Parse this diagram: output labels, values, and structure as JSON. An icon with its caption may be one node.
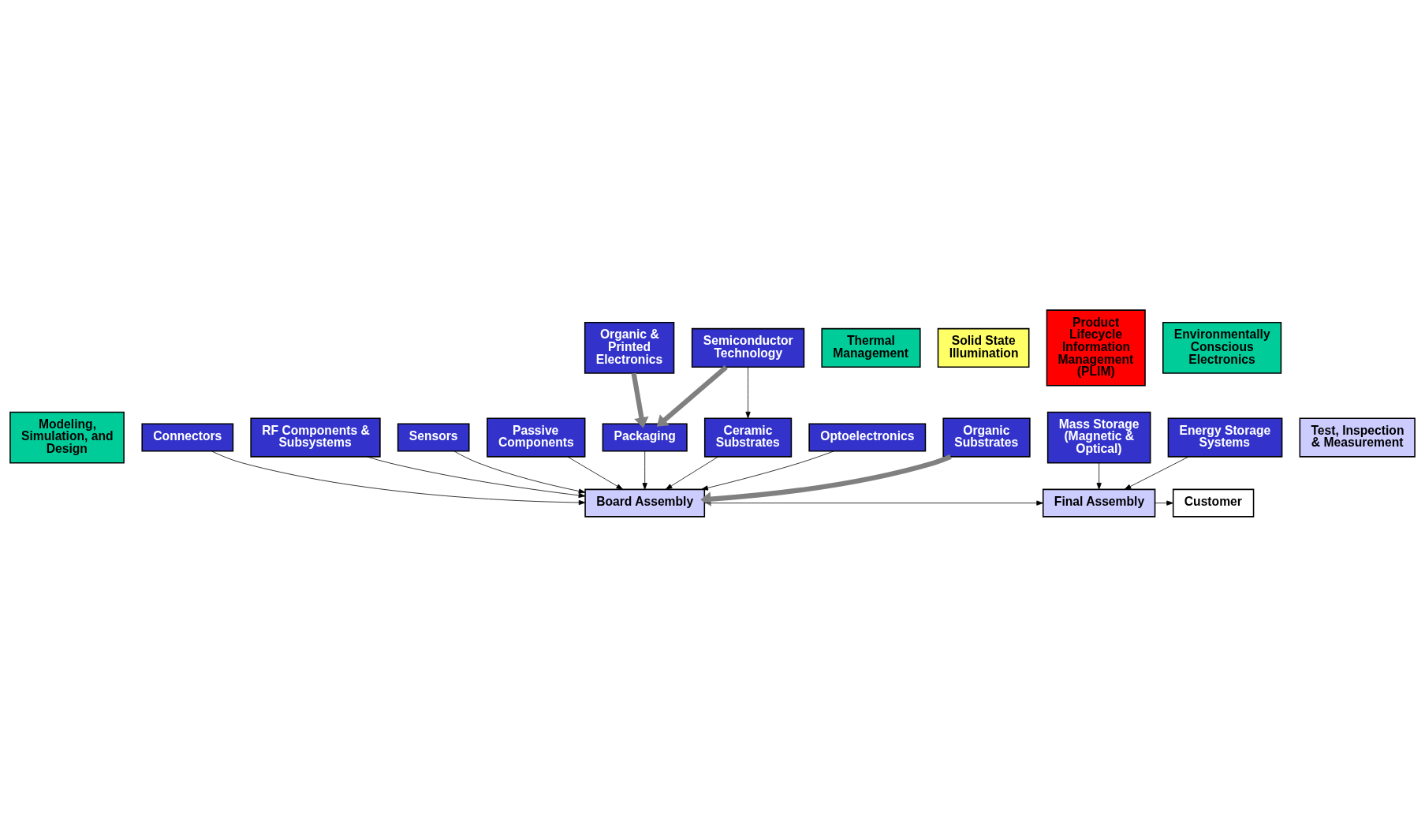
{
  "diagram": {
    "nodes": [
      {
        "text": [
          "Modeling, Simulation, and Design"
        ]
      },
      {
        "text": [
          "Connectors"
        ]
      },
      {
        "text": [
          "RF Components & Subsystems"
        ]
      },
      {
        "text": [
          "Test, Inspection & Measurement"
        ]
      },
      {
        "text": [
          "Sensors"
        ]
      },
      {
        "text": [
          "Passive Components"
        ]
      },
      {
        "text": [
          "Thermal Management"
        ]
      },
      {
        "text": [
          "Solid State Illumination"
        ]
      },
      {
        "text": [
          "Organic & Printed Electronics"
        ]
      },
      {
        "text": [
          "Packaging"
        ]
      },
      {
        "text": [
          "Optoelectronics"
        ]
      },
      {
        "text": [
          "Semiconductor Technology"
        ]
      },
      {
        "text": [
          "Ceramic Substrates"
        ]
      },
      {
        "text": [
          "Mass Storage (Magnetic & Optical)"
        ]
      },
      {
        "text": [
          "Energy Storage Systems"
        ]
      },
      {
        "text": [
          "Organic Substrates"
        ]
      },
      {
        "text": [
          "Board Assembly"
        ]
      },
      {
        "text": [
          "Final Assembly"
        ]
      },
      {
        "text": [
          "Customer"
        ]
      },
      {
        "text": [
          "Product Lifecycle Information Management (PLIM)"
        ]
      },
      {
        "text": [
          "Environmentally Conscious Electronics"
        ]
      }
    ],
    "edges": [
      {
        "from": 8,
        "to": 9,
        "arrow": "to",
        "style": "thick",
        "color": "#808080"
      },
      {
        "from": 11,
        "to": 9,
        "arrow": "to",
        "style": "thick",
        "color": "#808080"
      },
      {
        "from": 11,
        "to": 12,
        "arrow": "to"
      },
      {
        "from": 12,
        "to": 16,
        "arrow": "to"
      },
      {
        "from": 9,
        "to": 16,
        "arrow": "to"
      },
      {
        "from": 4,
        "to": 16,
        "arrow": "to"
      },
      {
        "from": 1,
        "to": 16,
        "arrow": "to"
      },
      {
        "from": 2,
        "to": 16,
        "arrow": "to"
      },
      {
        "from": 5,
        "to": 16,
        "arrow": "to"
      },
      {
        "from": 10,
        "to": 16,
        "arrow": "to"
      },
      {
        "from": 15,
        "to": 16,
        "arrow": "to",
        "style": "thick",
        "color": "#808080"
      },
      {
        "from": 16,
        "to": 17,
        "arrow": "to"
      },
      {
        "from": 13,
        "to": 17,
        "arrow": "to"
      },
      {
        "from": 14,
        "to": 17,
        "arrow": "to"
      },
      {
        "from": 17,
        "to": 18,
        "arrow": "to"
      }
    ]
  }
}
